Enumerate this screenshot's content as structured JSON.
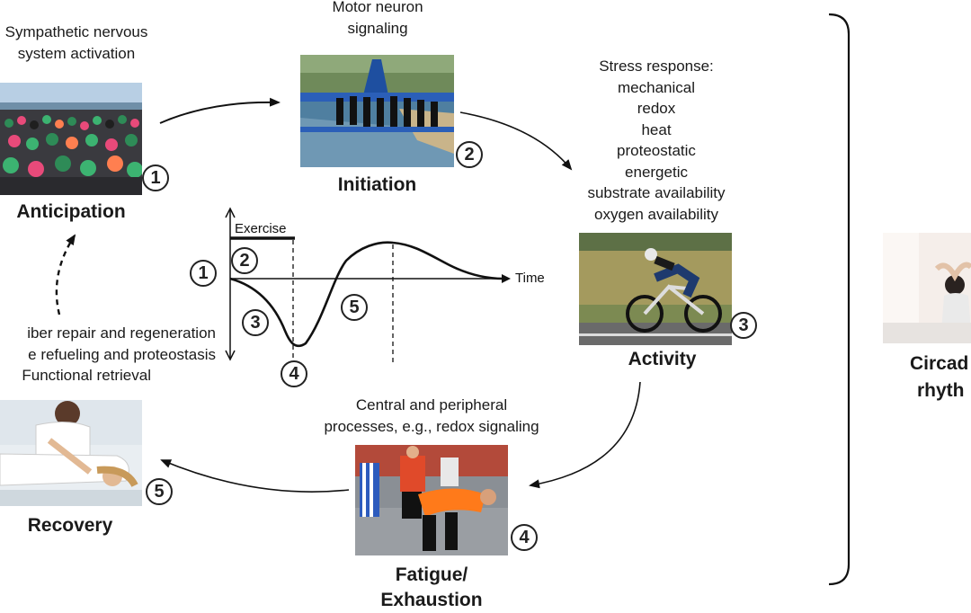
{
  "stages": {
    "anticipation": {
      "label": "Anticipation",
      "number": "1",
      "note": [
        "Sympathetic nervous",
        "system activation"
      ]
    },
    "initiation": {
      "label": "Initiation",
      "number": "2",
      "note": [
        "Motor neuron",
        "signaling"
      ]
    },
    "activity": {
      "label": "Activity",
      "number": "3",
      "note": [
        "Stress response:",
        "mechanical",
        "redox",
        "heat",
        "proteostatic",
        "energetic",
        "substrate availability",
        "oxygen availability"
      ]
    },
    "fatigue": {
      "label_lines": [
        "Fatigue/",
        "Exhaustion"
      ],
      "number": "4",
      "note": [
        "Central and peripheral",
        "processes, e.g., redox signaling"
      ]
    },
    "recovery": {
      "label": "Recovery",
      "number": "5",
      "note": [
        "iber repair and regeneration",
        "e refueling and proteostasis",
        "Functional retrieval"
      ]
    }
  },
  "curve": {
    "exercise_label": "Exercise",
    "time_label": "Time",
    "markers": [
      "1",
      "2",
      "3",
      "4",
      "5"
    ]
  },
  "circadian": {
    "label_lines": [
      "Circad",
      "rhyth"
    ]
  },
  "icons": {
    "photos": [
      "swimmers-crowd-photo",
      "triathlon-start-photo",
      "cyclist-photo",
      "marathon-runners-photo",
      "massage-photo",
      "stretching-woman-photo"
    ]
  }
}
